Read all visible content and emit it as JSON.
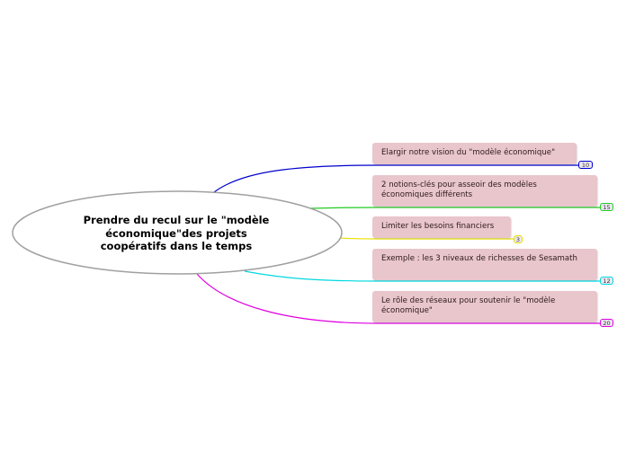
{
  "central": {
    "line1": "Prendre du recul sur le \"modèle",
    "line2": "économique\"des projets",
    "line3": "coopératifs dans le temps"
  },
  "branches": [
    {
      "label": "Elargir notre vision du \"modèle économique\"",
      "count": "10",
      "color": "#0000cc"
    },
    {
      "label": "2 notions-clés pour asseoir des modèles économiques différents",
      "count": "15",
      "color": "#22cc22"
    },
    {
      "label": "Limiter les besoins financiers",
      "count": "3",
      "color": "#e8e000"
    },
    {
      "label": "Exemple : les 3 niveaux de richesses de Sesamath",
      "count": "12",
      "color": "#00d8e0"
    },
    {
      "label": "Le rôle des réseaux pour soutenir le \"modèle économique\"",
      "count": "20",
      "color": "#e000e0"
    }
  ]
}
